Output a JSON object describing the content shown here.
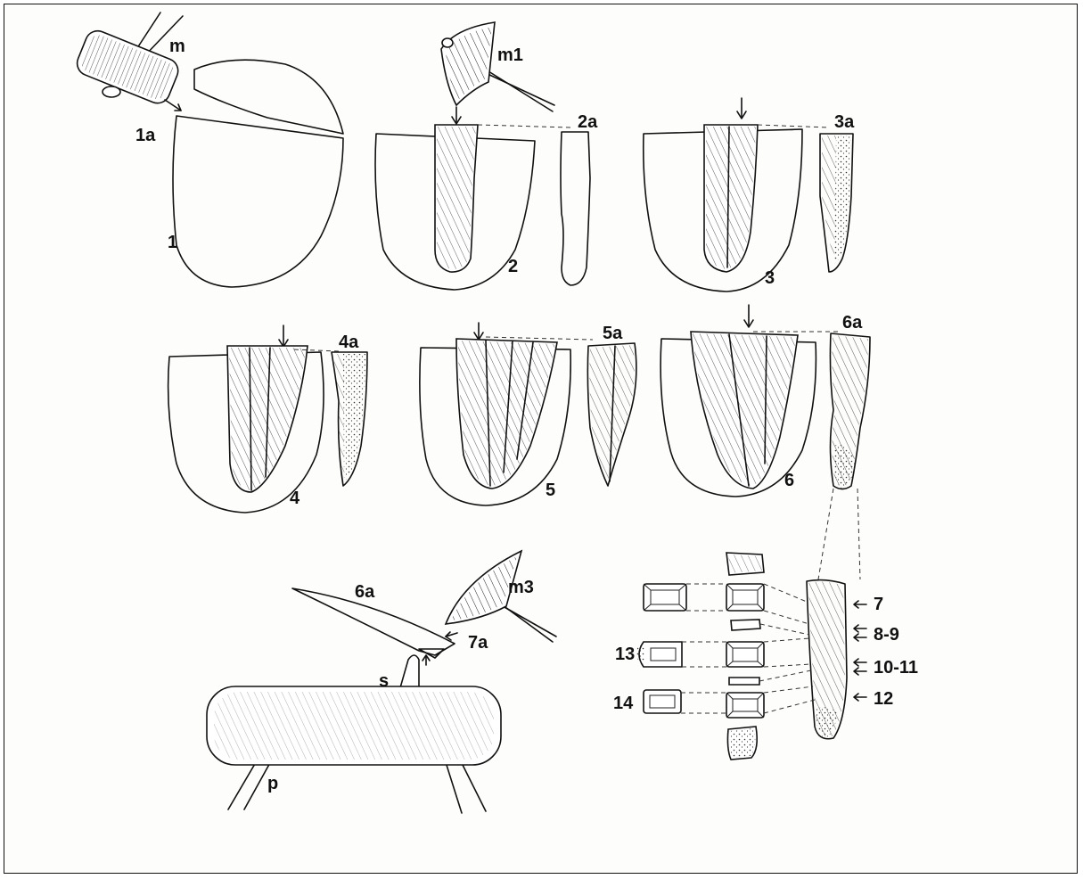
{
  "labels": {
    "m": "m",
    "m1": "m1",
    "m3": "m3",
    "l1a": "1a",
    "l1": "1",
    "l2": "2",
    "l2a": "2a",
    "l3": "3",
    "l3a": "3a",
    "l4": "4",
    "l4a": "4a",
    "l5": "5",
    "l5a": "5a",
    "l6": "6",
    "l6a": "6a",
    "l6a_bottom": "6a",
    "l7a": "7a",
    "s": "s",
    "p": "p",
    "l7": "7",
    "l8_9": "8-9",
    "l10_11": "10-11",
    "l12": "12",
    "l13": "13",
    "l14": "14"
  },
  "colors": {
    "ink": "#111111",
    "paper": "#fdfdfb"
  }
}
